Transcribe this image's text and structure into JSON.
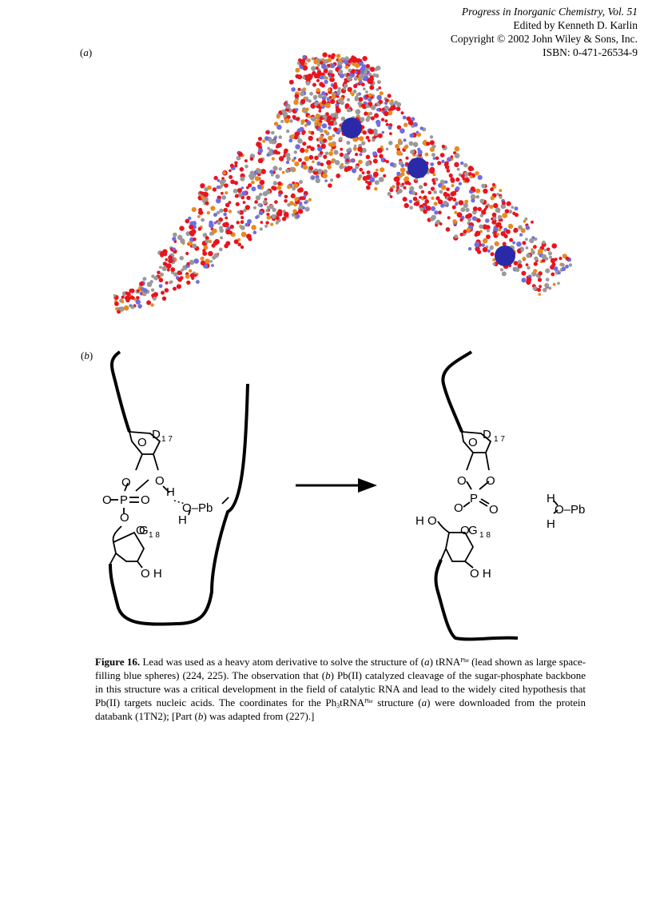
{
  "header": {
    "journal": "Progress in Inorganic Chemistry, Vol. 51",
    "editor": "Edited by Kenneth D. Karlin",
    "copyright": "Copyright © 2002 John Wiley & Sons, Inc.",
    "isbn": "ISBN: 0-471-26534-9"
  },
  "panel_a": {
    "label": "a"
  },
  "panel_b": {
    "label": "b",
    "reactant": {
      "d_label": "D",
      "d_num": "1 7",
      "g_label": "G",
      "g_num": "1 8",
      "p": "P",
      "o_labels": [
        "O",
        "O",
        "O",
        "O",
        "O",
        "O",
        "O"
      ],
      "h_labels": [
        "H",
        "H"
      ],
      "o_pb": "O–Pb",
      "oh": "O H"
    },
    "product": {
      "d_label": "D",
      "d_num": "1 7",
      "g_label": "G",
      "g_num": "1 8",
      "p": "P",
      "o_labels": [
        "O",
        "O",
        "O",
        "O",
        "O",
        "O",
        "O"
      ],
      "ho": "H O",
      "oh": "O H",
      "water_h1": "H",
      "water_opb": "O–Pb",
      "water_h2": "H"
    }
  },
  "caption": {
    "fig_label": "Figure 16.",
    "t1": " Lead was used as a heavy atom derivative to solve the structure of (",
    "a1": "a",
    "t2": ") tRNA",
    "sup1": "Phe",
    "t3": " (lead shown as large space-filling blue spheres) (224, 225). The observation that (",
    "b1": "b",
    "t4": ") Pb(II) catalyzed cleavage of the sugar-phosphate backbone in this structure was a critical development in the field of catalytic RNA and lead to the widely cited hypothesis that Pb(II) targets nucleic acids. The coordinates for the Ph",
    "sub1": "3",
    "t5": "tRNA",
    "sup2": "Phe",
    "t6": " structure (",
    "a2": "a",
    "t7": ") were downloaded from the protein databank (1TN2); [Part (",
    "b2": "b",
    "t8": ") was adapted from (227).]"
  },
  "colors": {
    "oxygen": "#e8141e",
    "phosphorus": "#e88a1e",
    "nitrogen": "#6e6ee0",
    "carbon": "#9a9a9a",
    "lead": "#2a2aa8"
  }
}
